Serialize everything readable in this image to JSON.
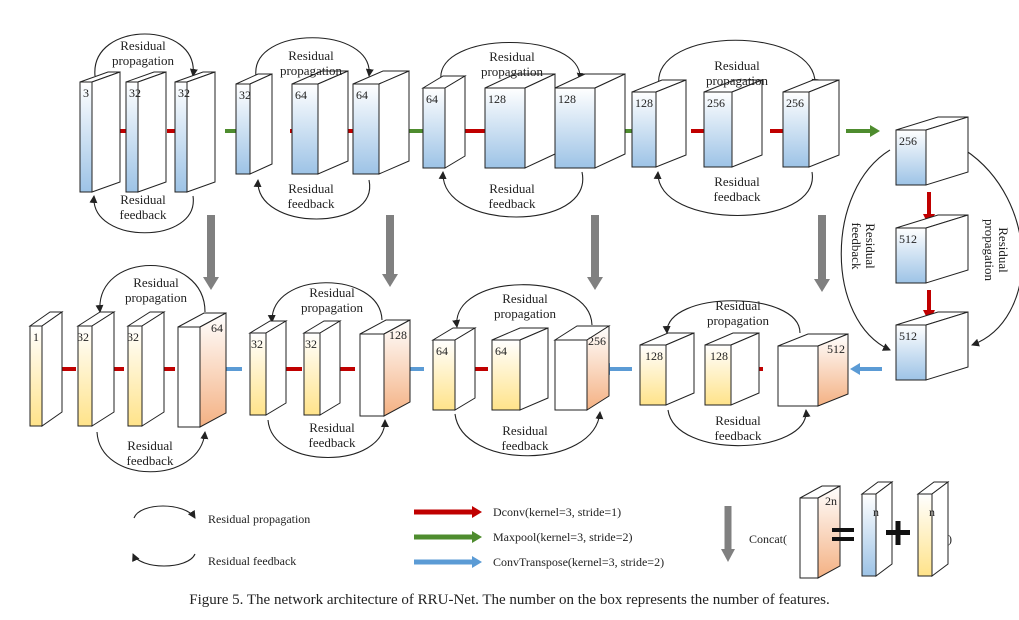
{
  "diagram": {
    "encoder_row": [
      {
        "blocks": [
          "3",
          "32",
          "32"
        ],
        "propagation": [
          "Residual",
          "propagation"
        ],
        "feedback": [
          "Residual",
          "feedback"
        ]
      },
      {
        "blocks": [
          "32",
          "64",
          "64"
        ],
        "propagation": [
          "Residual",
          "propagation"
        ],
        "feedback": [
          "Residual",
          "feedback"
        ]
      },
      {
        "blocks": [
          "64",
          "128",
          "128"
        ],
        "propagation": [
          "Residual",
          "propagation"
        ],
        "feedback": [
          "Residual",
          "feedback"
        ]
      },
      {
        "blocks": [
          "128",
          "256",
          "256"
        ],
        "propagation": [
          "Residual",
          "propagation"
        ],
        "feedback": [
          "Residual",
          "feedback"
        ]
      }
    ],
    "bottleneck": {
      "blocks": [
        "256",
        "512",
        "512"
      ],
      "feedback": [
        "Residual",
        "feedback"
      ],
      "propagation": [
        "Residual",
        "propagation"
      ]
    },
    "decoder_row": [
      {
        "blocks": [
          "1",
          "32",
          "32",
          "64"
        ],
        "propagation": [
          "Residual",
          "propagation"
        ],
        "feedback": [
          "Residual",
          "feedback"
        ]
      },
      {
        "blocks": [
          "32",
          "32",
          "128"
        ],
        "propagation": [
          "Residual",
          "propagation"
        ],
        "feedback": [
          "Residual",
          "feedback"
        ]
      },
      {
        "blocks": [
          "64",
          "64",
          "256"
        ],
        "propagation": [
          "Residual",
          "propagation"
        ],
        "feedback": [
          "Residual",
          "feedback"
        ]
      },
      {
        "blocks": [
          "128",
          "128",
          "512"
        ],
        "propagation": [
          "Residual",
          "propagation"
        ],
        "feedback": [
          "Residual",
          "feedback"
        ]
      }
    ]
  },
  "legend": {
    "residual_propagation": "Residual propagation",
    "residual_feedback": "Residual feedback",
    "dconv": "Dconv(kernel=3, stride=1)",
    "maxpool": "Maxpool(kernel=3, stride=2)",
    "convtranspose": "ConvTranspose(kernel=3, stride=2)",
    "concat": "Concat(",
    "concat_close": ")",
    "concat_blocks": [
      "2n",
      "n",
      "n"
    ]
  },
  "colors": {
    "dconv_arrow": "#c00000",
    "maxpool_arrow": "#4e8c2e",
    "convtranspose_arrow": "#5b9bd5",
    "concat_arrow": "#808080",
    "blue_face": "#9dc3e6",
    "yellow_face": "#ffe38a",
    "orange_face": "#f4b183"
  },
  "caption": "Figure 5. The network architecture of RRU-Net. The number on the box represents the number of features."
}
